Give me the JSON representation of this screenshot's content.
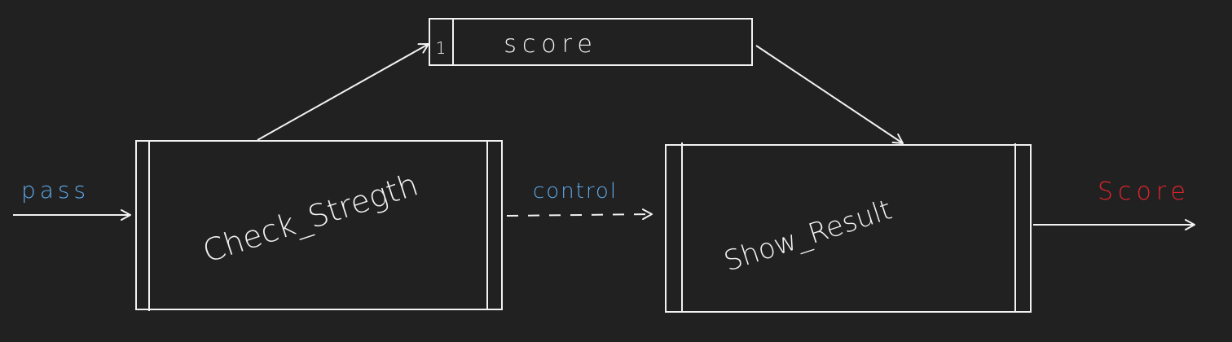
{
  "colors": {
    "background": "#212121",
    "stroke": "#f2f2f2",
    "input_label": "#5ea8e8",
    "control_label": "#5ea8e8",
    "output_label": "#e0242c"
  },
  "processes": {
    "check_strength": {
      "label": "Check_Stregth"
    },
    "show_result": {
      "label": "Show_Result"
    }
  },
  "datastore": {
    "id": "1",
    "label": "score"
  },
  "flows": {
    "input": {
      "label": "pass"
    },
    "control": {
      "label": "control"
    },
    "output": {
      "label": "Score"
    }
  }
}
